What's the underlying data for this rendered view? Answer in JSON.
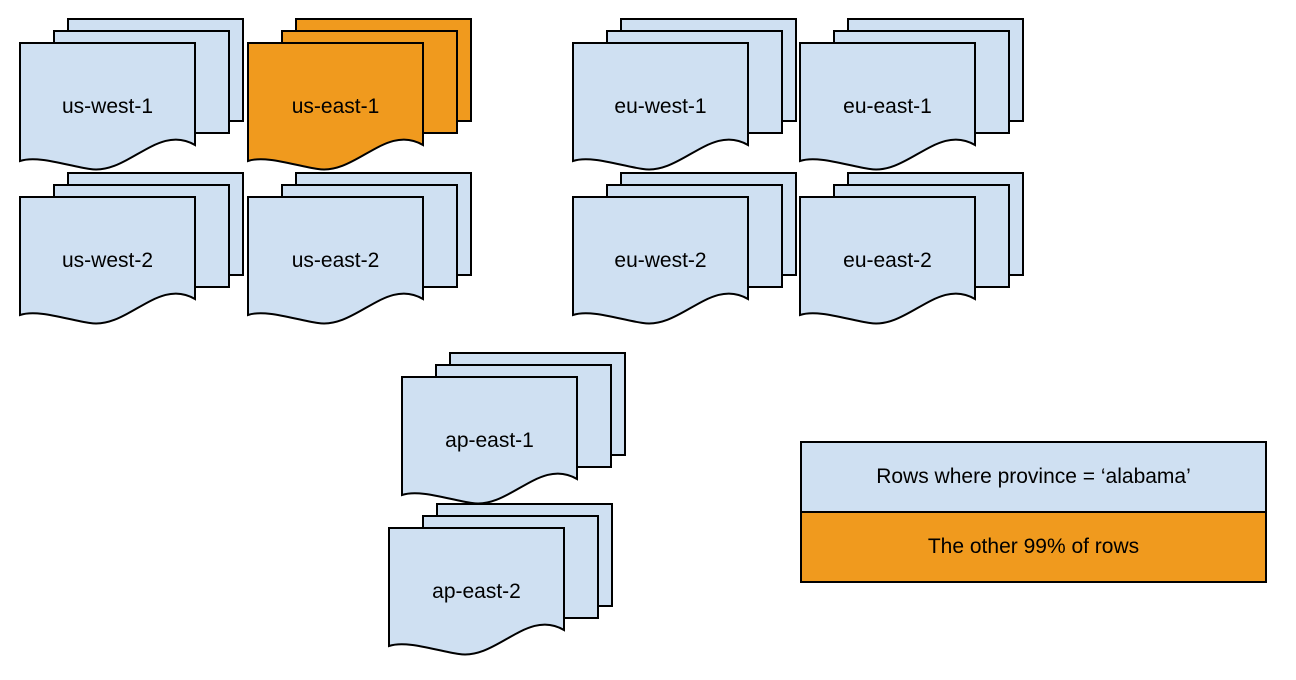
{
  "diagram": {
    "regions": [
      {
        "label": "us-west-1",
        "highlighted": false
      },
      {
        "label": "us-east-1",
        "highlighted": true
      },
      {
        "label": "eu-west-1",
        "highlighted": false
      },
      {
        "label": "eu-east-1",
        "highlighted": false
      },
      {
        "label": "us-west-2",
        "highlighted": false
      },
      {
        "label": "us-east-2",
        "highlighted": false
      },
      {
        "label": "eu-west-2",
        "highlighted": false
      },
      {
        "label": "eu-east-2",
        "highlighted": false
      },
      {
        "label": "ap-east-1",
        "highlighted": false
      },
      {
        "label": "ap-east-2",
        "highlighted": false
      }
    ],
    "legend": {
      "items": [
        {
          "label": "Rows where province = ‘alabama’",
          "swatch": "default"
        },
        {
          "label": "The other 99% of rows",
          "swatch": "highlight"
        }
      ]
    },
    "colors": {
      "default_fill": "#cfe0f2",
      "highlight_fill": "#f09a1e",
      "outline": "#000000"
    }
  }
}
